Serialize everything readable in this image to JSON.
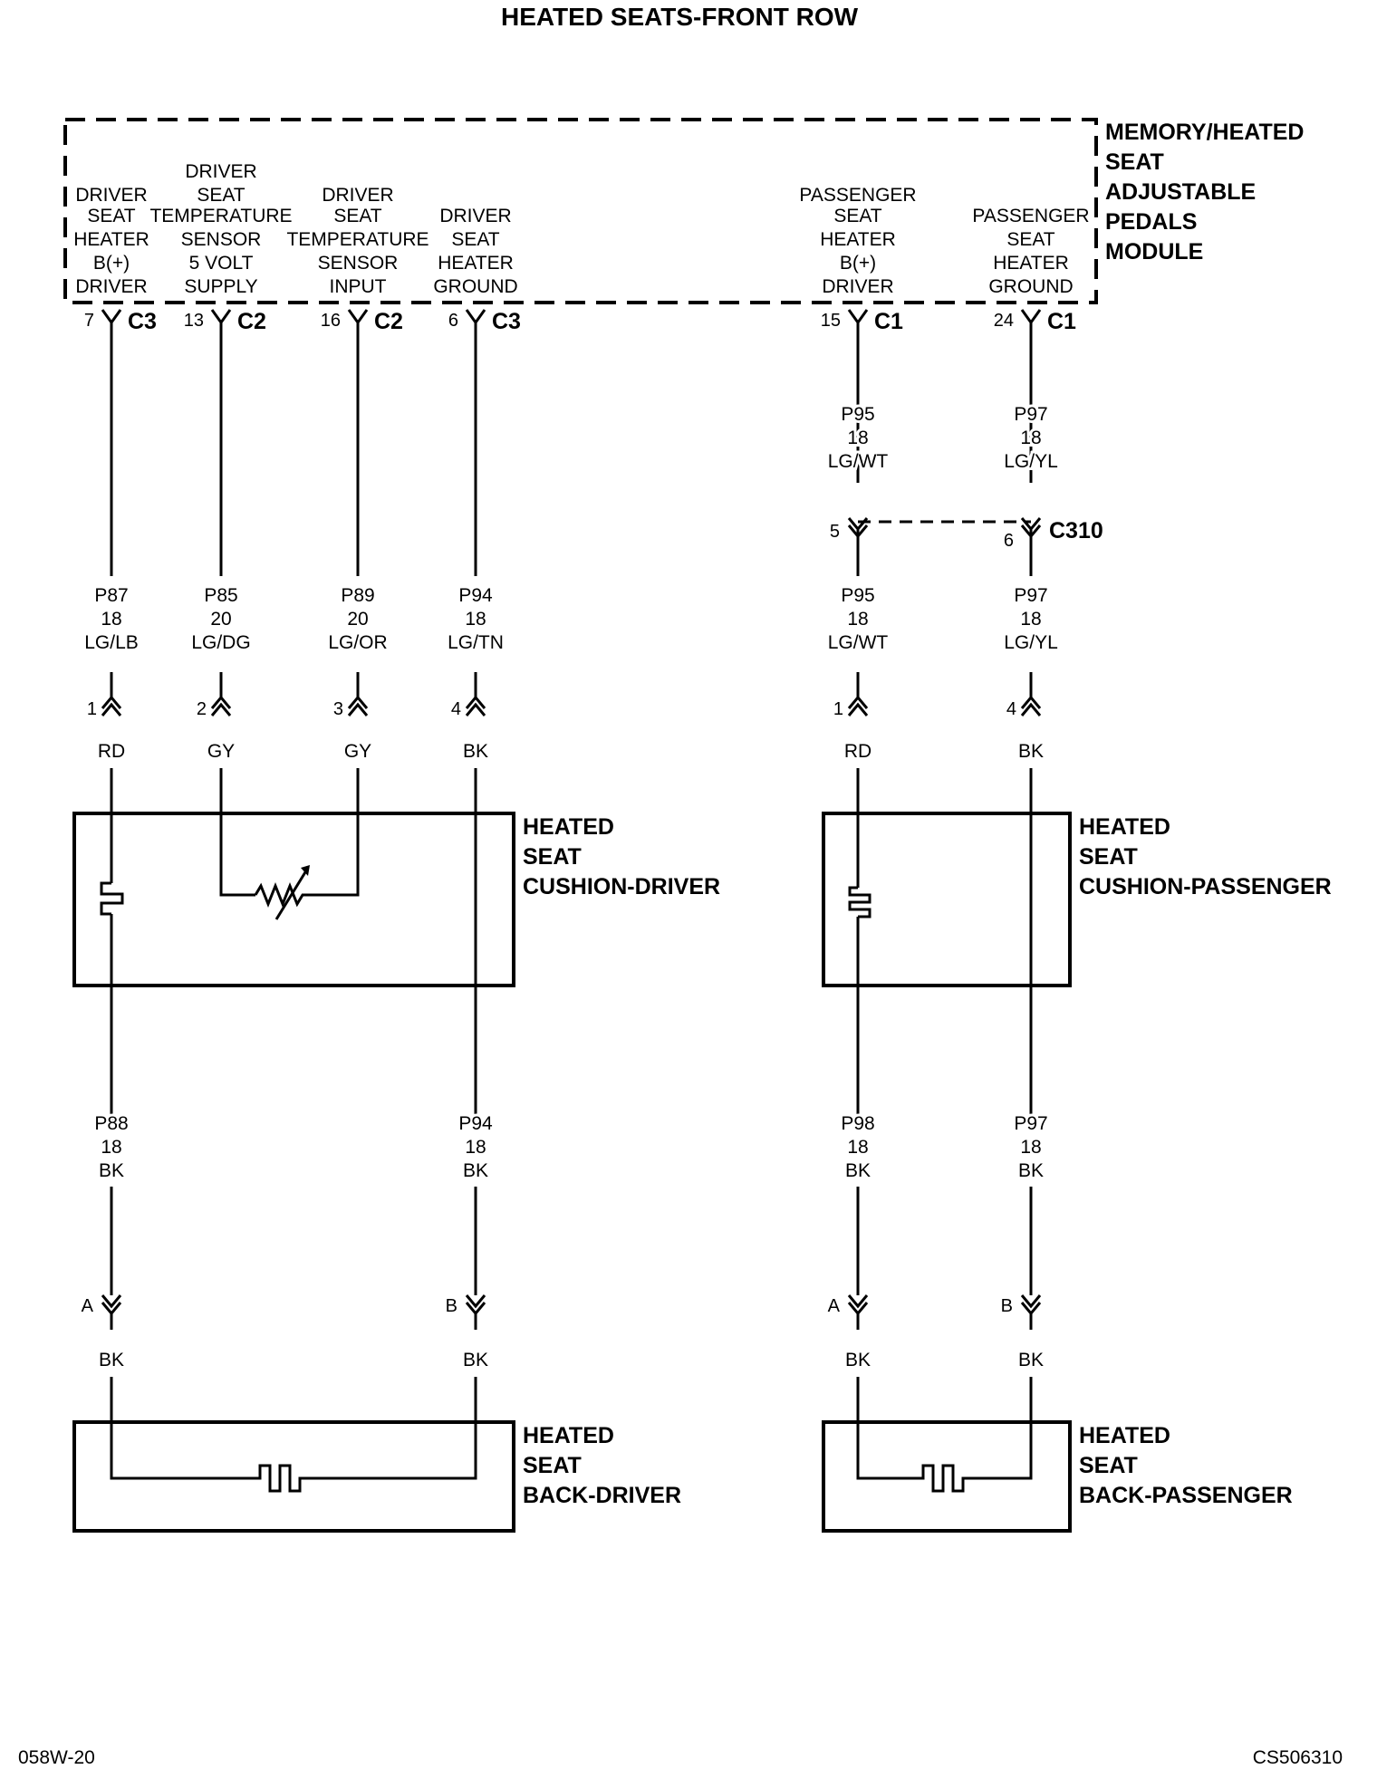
{
  "title": "HEATED SEATS-FRONT ROW",
  "module": {
    "name": [
      "MEMORY/HEATED",
      "SEAT",
      "ADJUSTABLE",
      "PEDALS",
      "MODULE"
    ],
    "pins": [
      {
        "id": "p1",
        "lines": [
          "DRIVER",
          "SEAT",
          "HEATER",
          "B(+)",
          "DRIVER"
        ],
        "pin": "7",
        "conn": "C3"
      },
      {
        "id": "p2",
        "lines": [
          "DRIVER",
          "SEAT",
          "TEMPERATURE",
          "SENSOR",
          "5 VOLT",
          "SUPPLY"
        ],
        "pin": "13",
        "conn": "C2"
      },
      {
        "id": "p3",
        "lines": [
          "DRIVER",
          "SEAT",
          "TEMPERATURE",
          "SENSOR",
          "INPUT"
        ],
        "pin": "16",
        "conn": "C2"
      },
      {
        "id": "p4",
        "lines": [
          "DRIVER",
          "SEAT",
          "HEATER",
          "GROUND"
        ],
        "pin": "6",
        "conn": "C3"
      },
      {
        "id": "p5",
        "lines": [
          "PASSENGER",
          "SEAT",
          "HEATER",
          "B(+)",
          "DRIVER"
        ],
        "pin": "15",
        "conn": "C1"
      },
      {
        "id": "p6",
        "lines": [
          "PASSENGER",
          "SEAT",
          "HEATER",
          "GROUND"
        ],
        "pin": "24",
        "conn": "C1"
      }
    ]
  },
  "wire_labels": {
    "p5_upper": [
      "P95",
      "18",
      "LG/WT"
    ],
    "p6_upper": [
      "P97",
      "18",
      "LG/YL"
    ],
    "p1_mid": [
      "P87",
      "18",
      "LG/LB"
    ],
    "p2_mid": [
      "P85",
      "20",
      "LG/DG"
    ],
    "p3_mid": [
      "P89",
      "20",
      "LG/OR"
    ],
    "p4_mid": [
      "P94",
      "18",
      "LG/TN"
    ],
    "p5_mid": [
      "P95",
      "18",
      "LG/WT"
    ],
    "p6_mid": [
      "P97",
      "18",
      "LG/YL"
    ],
    "p1_low": [
      "P88",
      "18",
      "BK"
    ],
    "p4_low": [
      "P94",
      "18",
      "BK"
    ],
    "p5_low": [
      "P98",
      "18",
      "BK"
    ],
    "p6_low": [
      "P97",
      "18",
      "BK"
    ]
  },
  "c310": {
    "name": "C310",
    "pin_left": "5",
    "pin_right": "6"
  },
  "cushion_connector_pins": {
    "p1": "1",
    "p2": "2",
    "p3": "3",
    "p4": "4",
    "p5": "1",
    "p6": "4"
  },
  "cushion_wire_colors": {
    "p1": "RD",
    "p2": "GY",
    "p3": "GY",
    "p4": "BK",
    "p5": "RD",
    "p6": "BK"
  },
  "back_connector_pins": {
    "p1": "A",
    "p4": "B",
    "p5": "A",
    "p6": "B"
  },
  "back_wire_colors": {
    "p1": "BK",
    "p4": "BK",
    "p5": "BK",
    "p6": "BK"
  },
  "components": {
    "cushion_driver": [
      "HEATED",
      "SEAT",
      "CUSHION-DRIVER"
    ],
    "cushion_passenger": [
      "HEATED",
      "SEAT",
      "CUSHION-PASSENGER"
    ],
    "back_driver": [
      "HEATED",
      "SEAT",
      "BACK-DRIVER"
    ],
    "back_passenger": [
      "HEATED",
      "SEAT",
      "BACK-PASSENGER"
    ]
  },
  "footer": {
    "left": "058W-20",
    "right": "CS506310"
  }
}
